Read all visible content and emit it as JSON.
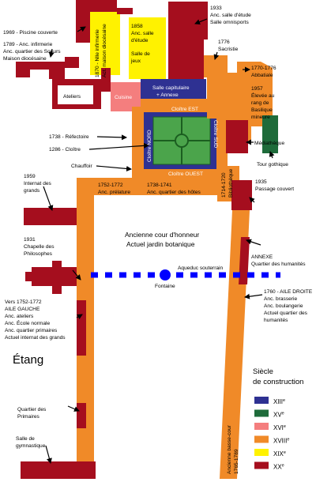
{
  "colors": {
    "c13": "#2E3192",
    "c15": "#1E6B3A",
    "c16": "#F47E7E",
    "c18": "#F08A28",
    "c19": "#FFF200",
    "c20": "#A50E1E",
    "garden": "#4BA44B",
    "water": "#0000FF"
  },
  "labels": {
    "piscine": "1969 - Piscine couverte",
    "infirmerie_1": "1789 - Anc. infirmerie",
    "infirmerie_2": "Anc. quartier des Soeurs",
    "infirmerie_3": "Maison diocésaine",
    "nile_1": "1870 - Nlle infirmerie",
    "nile_2": "Act. maison diocésaine",
    "salle_etude_1": "1858",
    "salle_etude_2": "Anc. salle",
    "salle_etude_3": "d'étude",
    "salle_jeux_1": "Salle de",
    "salle_jeux_2": "jeux",
    "omnisports_1": "1933",
    "omnisports_2": "Anc. salle d'étude",
    "omnisports_3": "Salle omnisports",
    "sacristie_1": "1776",
    "sacristie_2": "Sacristie",
    "abbatiale_1": "1770-1776",
    "abbatiale_2": "Abbatiale",
    "basilique_1": "1957",
    "basilique_2": "Élevée au",
    "basilique_3": "rang de",
    "basilique_4": "Basilique",
    "basilique_5": "mineure",
    "ateliers": "Ateliers",
    "cuisine": "Cuisine",
    "salle_cap_1": "Salle capitulaire",
    "salle_cap_2": "+ Annexe",
    "refectoire": "1738 - Réfectoire",
    "cloitre_date": "1286 - Cloître",
    "cloitre_est": "Cloître EST",
    "cloitre_nord": "Cloître NORD",
    "cloitre_sud": "Cloître SUD",
    "cloitre_ouest": "Cloître OUEST",
    "chauffoir": "Chauffoir",
    "mediatheque": "Médiathèque",
    "tour": "Tour gothique",
    "bibliotheque_1": "1714-1720",
    "bibliotheque_2": "Bibliothèque",
    "internat_1": "1959",
    "internat_2": "Internat des",
    "internat_3": "grands",
    "prelature_1": "1752-1772",
    "prelature_2": "Anc. prélature",
    "hotes_1": "1738-1741",
    "hotes_2": "Anc. quartier des hôtes",
    "passage_1": "1935",
    "passage_2": "Passage couvert",
    "cour_1": "Ancienne cour d'honneur",
    "cour_2": "Actuel jardin botanique",
    "aqueduc": "Aqueduc souterrain",
    "fontaine": "Fontaine",
    "chapelle_1": "1931",
    "chapelle_2": "Chapelle des",
    "chapelle_3": "Philosophes",
    "annexe_1": "ANNEXE",
    "annexe_2": "Quartier des humanités",
    "aile_gauche_1": "Vers 1752-1772",
    "aile_gauche_2": "AILE GAUCHE",
    "aile_gauche_3": "Anc. ateliers",
    "aile_gauche_4": "Anc. École normale",
    "aile_gauche_5": "Anc. quartier primaires",
    "aile_gauche_6": "Actuel internat des grands",
    "aile_droite_1": "1760 - AILE DROITE",
    "aile_droite_2": "Anc. brasserie",
    "aile_droite_3": "Anc. boulangerie",
    "aile_droite_4": "Actuel quartier des",
    "aile_droite_5": "humanités",
    "etang": "Étang",
    "primaires_1": "Quartier des",
    "primaires_2": "Primaires",
    "gymnastique_1": "Salle de",
    "gymnastique_2": "gymnastique",
    "basse_cour_1": "Ancienne basse-cour",
    "basse_cour_2": "1765-1789"
  },
  "legend": {
    "title_1": "Siècle",
    "title_2": "de construction",
    "items": [
      {
        "base": "XIII",
        "sup": "e",
        "color": "#2E3192"
      },
      {
        "base": "XV",
        "sup": "e",
        "color": "#1E6B3A"
      },
      {
        "base": "XVI",
        "sup": "e",
        "color": "#F47E7E"
      },
      {
        "base": "XVIII",
        "sup": "e",
        "color": "#F08A28"
      },
      {
        "base": "XIX",
        "sup": "e",
        "color": "#FFF200"
      },
      {
        "base": "XX",
        "sup": "e",
        "color": "#A50E1E"
      }
    ]
  }
}
